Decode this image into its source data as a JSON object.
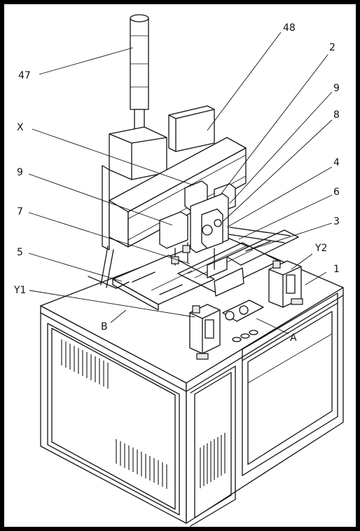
{
  "diagram": {
    "background": "#ffffff",
    "frame_color": "#000000",
    "ink_color": "#111111",
    "labels": {
      "l47": "47",
      "l48": "48",
      "l2": "2",
      "l9a": "9",
      "l8": "8",
      "lX": "X",
      "l9b": "9",
      "l4": "4",
      "l6": "6",
      "l7": "7",
      "l3": "3",
      "l5": "5",
      "lY2": "Y2",
      "lY1": "Y1",
      "l1": "1",
      "lB": "B",
      "lA": "A"
    }
  }
}
